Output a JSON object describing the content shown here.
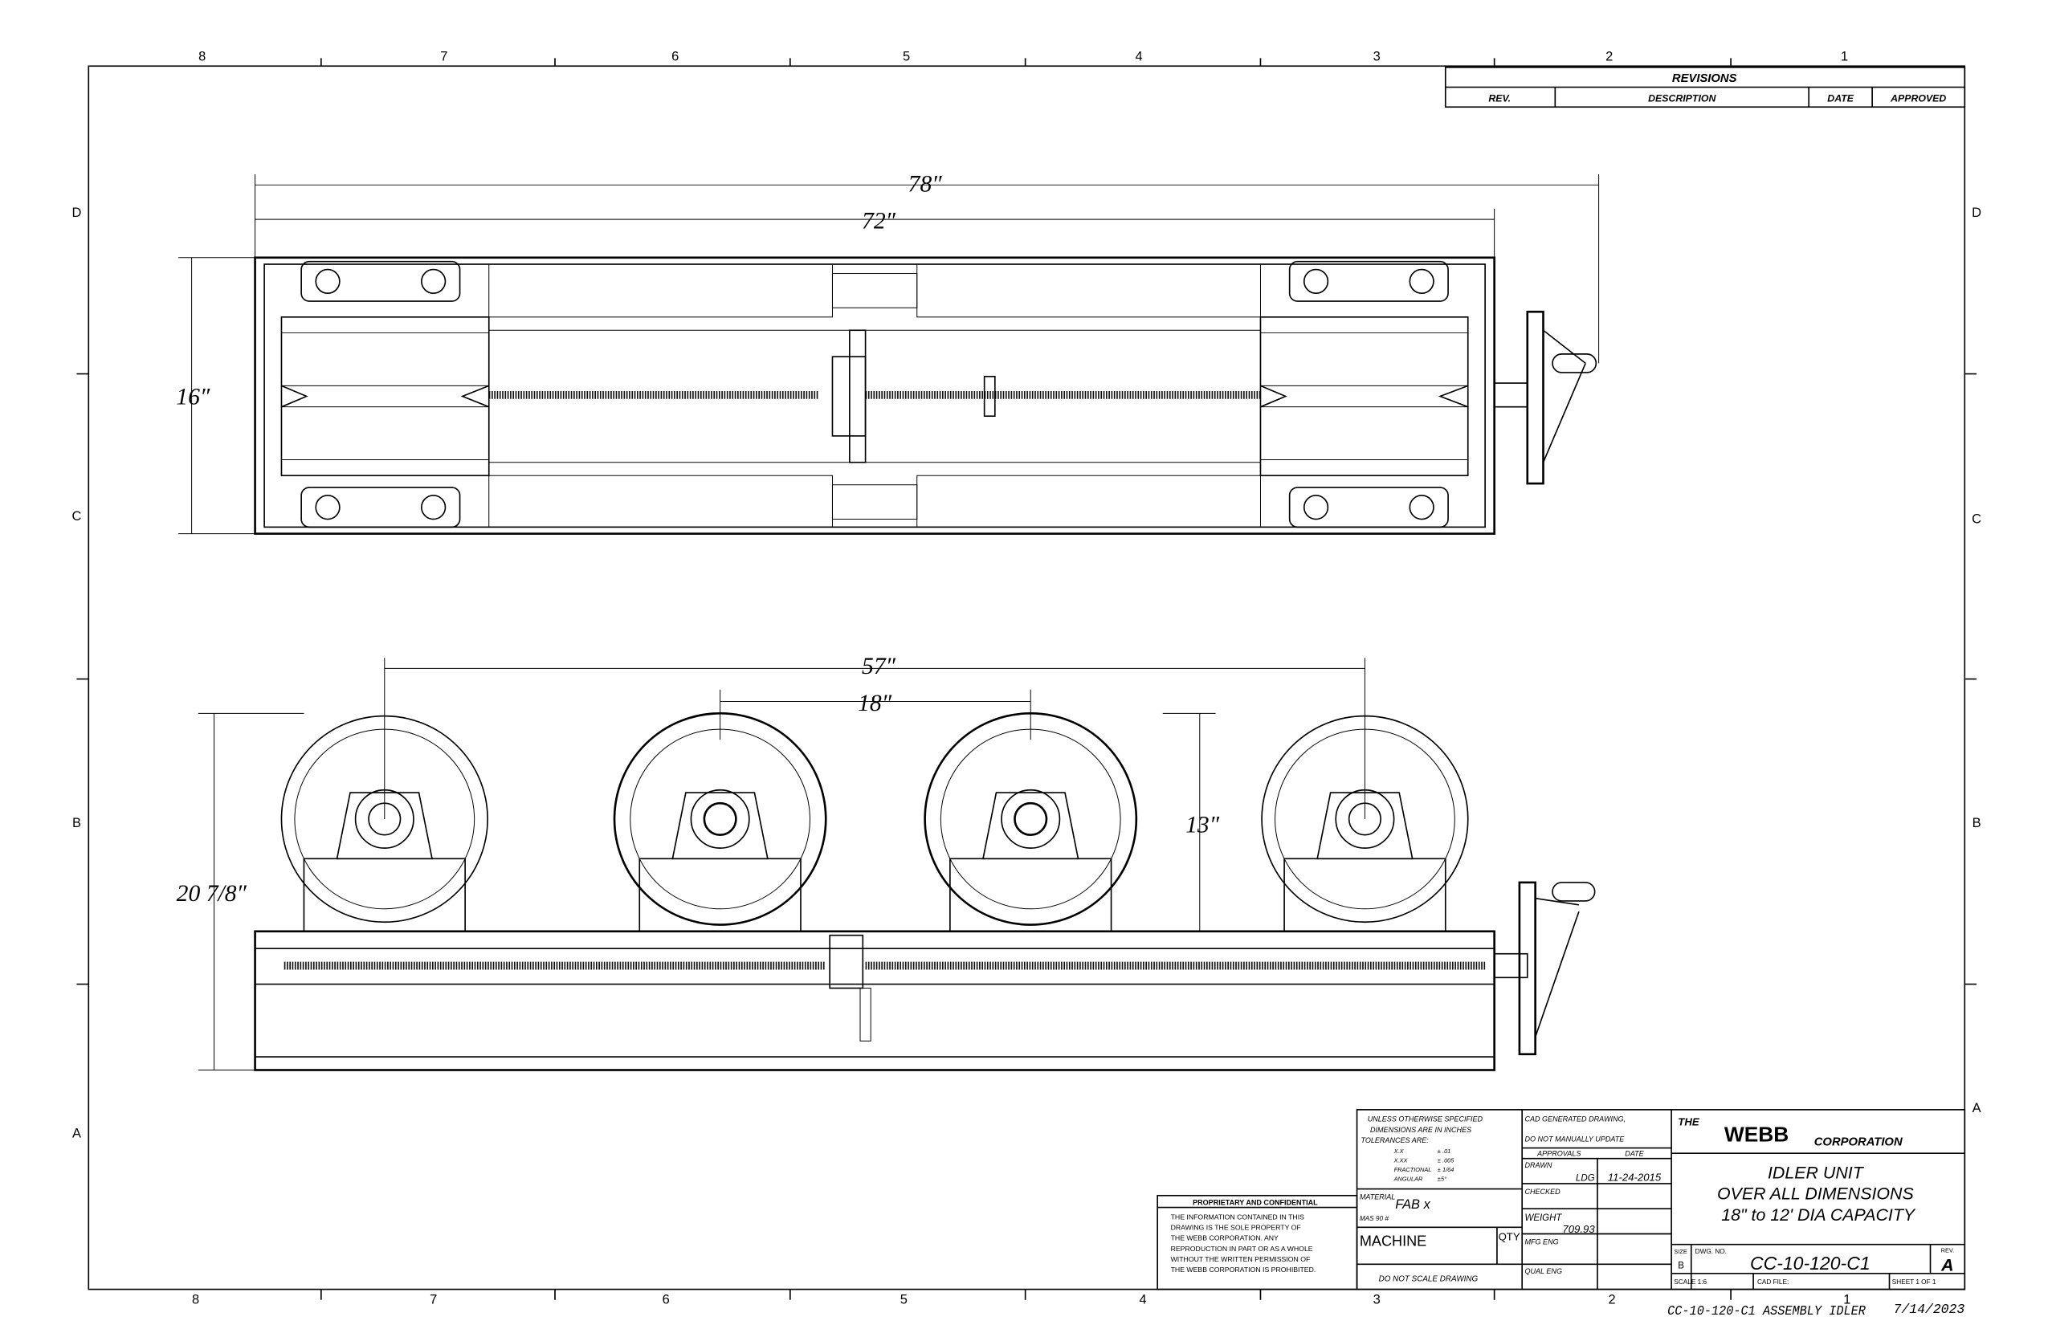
{
  "border": {
    "zones_top": [
      "8",
      "7",
      "6",
      "5",
      "4",
      "3",
      "2",
      "1"
    ],
    "zones_bottom": [
      "8",
      "7",
      "6",
      "5",
      "4",
      "3",
      "2",
      "1"
    ],
    "rows_left": [
      "D",
      "C",
      "B",
      "A"
    ],
    "rows_right": [
      "D",
      "C",
      "B",
      "A"
    ]
  },
  "revisions": {
    "title": "REVISIONS",
    "headers": [
      "REV.",
      "DESCRIPTION",
      "DATE",
      "APPROVED"
    ]
  },
  "top_view": {
    "dim_overall": "78″",
    "dim_frame": "72″",
    "dim_width": "16″"
  },
  "front_view": {
    "dim_outer_rolls": "57″",
    "dim_inner_rolls": "18″",
    "dim_roll_height": "13″",
    "dim_overall_height": "20 7/8″"
  },
  "title_block": {
    "tolerances": {
      "line1": "UNLESS OTHERWISE SPECIFIED",
      "line2": "DIMENSIONS ARE IN INCHES",
      "line3": "TOLERANCES ARE:",
      "rows": [
        [
          "X.X",
          "± .01"
        ],
        [
          "X.XX",
          "± .005"
        ],
        [
          "FRACTIONAL",
          "± 1/64"
        ],
        [
          "ANGULAR",
          "±5°"
        ]
      ]
    },
    "material_label": "MATERIAL",
    "material": "FAB x",
    "mas": "MAS 90 #",
    "machine": "MACHINE",
    "qty_label": "QTY",
    "no_scale": "DO NOT SCALE DRAWING",
    "cad_line1": "CAD GENERATED DRAWING,",
    "cad_line2": "DO NOT MANUALLY UPDATE",
    "approvals": "APPROVALS",
    "date_label": "DATE",
    "drawn_label": "DRAWN",
    "drawn_by": "LDG",
    "drawn_date": "11-24-2015",
    "checked_label": "CHECKED",
    "weight_label": "WEIGHT",
    "weight": "709.93",
    "mfg_eng": "MFG ENG",
    "qual_eng": "QUAL ENG",
    "company_the": "THE",
    "company_name": "WEBB",
    "company_corp": "CORPORATION",
    "title_line1": "IDLER UNIT",
    "title_line2": "OVER ALL DIMENSIONS",
    "title_line3": "18\" to 12' DIA CAPACITY",
    "size_label": "SIZE",
    "size": "B",
    "dwg_no_label": "DWG. NO.",
    "dwg_no": "CC-10-120-C1",
    "rev_label": "REV.",
    "rev": "A",
    "scale": "SCALE 1:6",
    "cad_file": "CAD FILE:",
    "sheet": "SHEET  1  OF  1"
  },
  "proprietary": {
    "heading": "PROPRIETARY AND CONFIDENTIAL",
    "lines": [
      "THE INFORMATION CONTAINED IN THIS",
      "DRAWING IS THE SOLE PROPERTY OF",
      "THE WEBB CORPORATION.  ANY",
      "REPRODUCTION IN PART OR AS A WHOLE",
      "WITHOUT THE WRITTEN PERMISSION OF",
      "THE WEBB CORPORATION IS PROHIBITED."
    ]
  },
  "footer": {
    "file": "CC-10-120-C1 ASSEMBLY IDLER",
    "date": "7/14/2023"
  }
}
